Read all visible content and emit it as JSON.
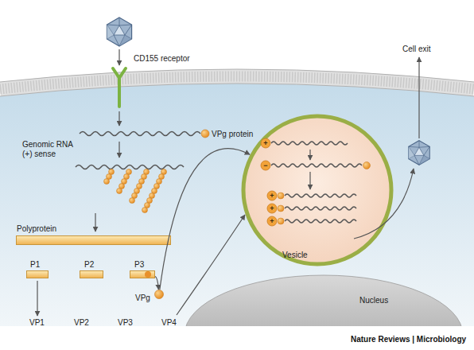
{
  "diagram": {
    "nodes": [
      {
        "text": [
          "Polyprotein"
        ]
      },
      {
        "text": [
          "P1"
        ]
      },
      {
        "text": [
          "P2"
        ]
      },
      {
        "text": [
          "P3"
        ]
      },
      {
        "text": [
          "VPg"
        ]
      },
      {
        "text": [
          "Vesicle"
        ]
      },
      {
        "text": [
          "Nucleus"
        ]
      }
    ],
    "edges": [
      {
        "from": 3,
        "to": 4,
        "arrow": "to"
      },
      {
        "from": 4,
        "to": 5,
        "arrow": "to"
      }
    ],
    "labels": [
      "CD155 receptor",
      "VPg protein",
      "Genomic RNA (+) sense",
      "VP1",
      "VP2",
      "VP3",
      "VP4",
      "+",
      "−",
      "+",
      "+",
      "+",
      "Cell exit",
      "Nature Reviews | Microbiology"
    ]
  }
}
